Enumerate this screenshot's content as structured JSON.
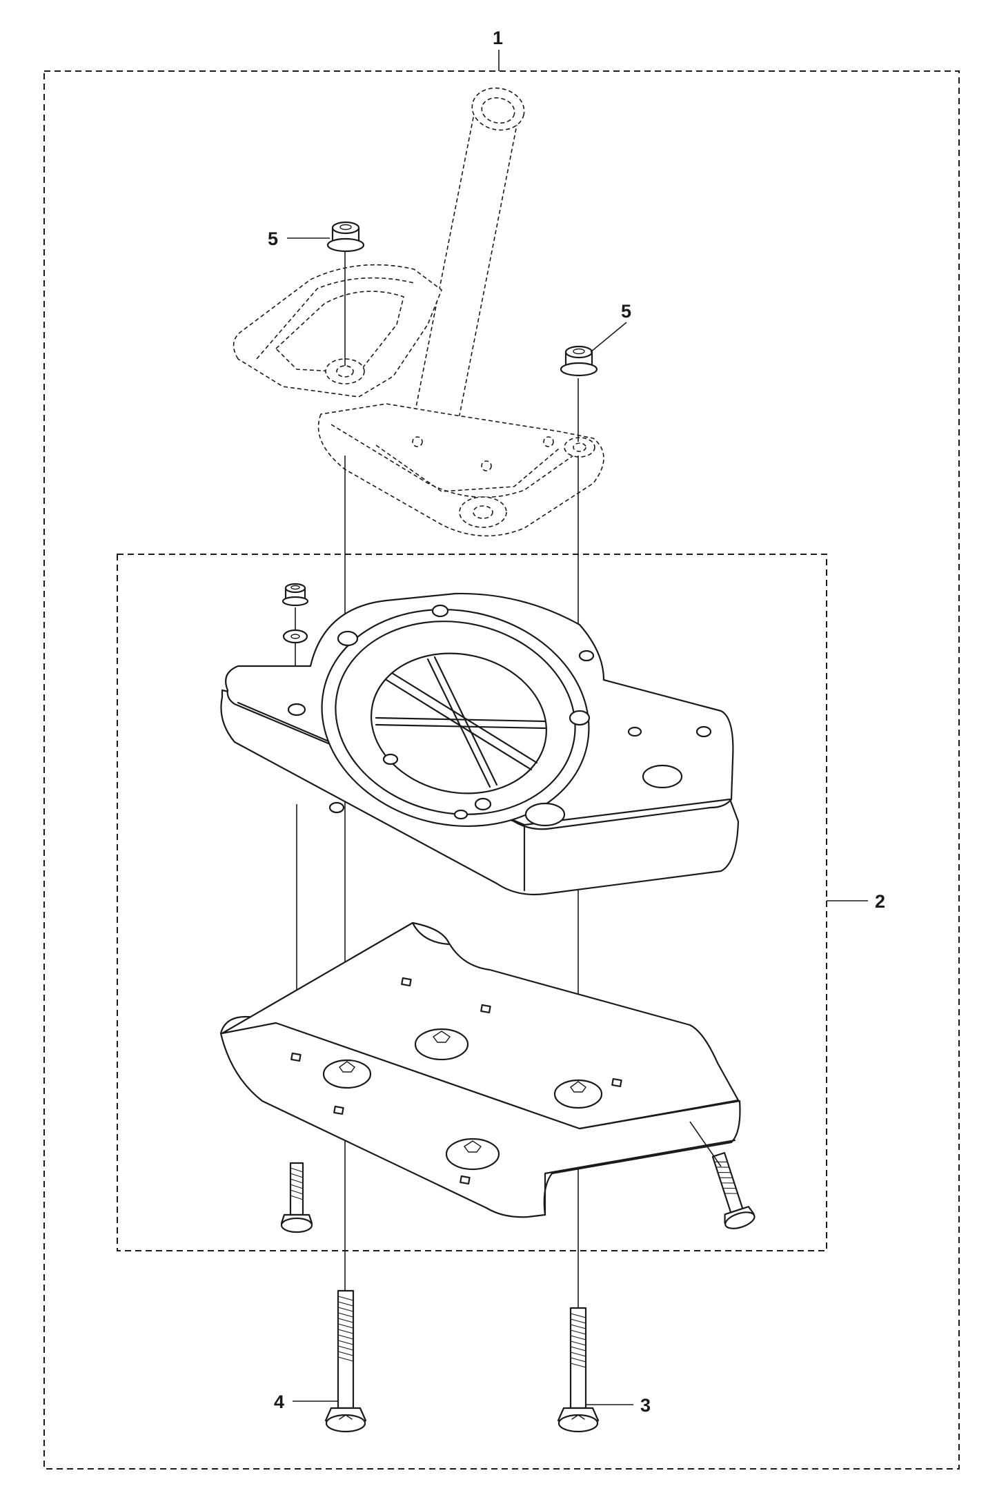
{
  "callouts": {
    "c1": "1",
    "c2": "2",
    "c3": "3",
    "c4": "4",
    "c5a": "5",
    "c5b": "5"
  }
}
